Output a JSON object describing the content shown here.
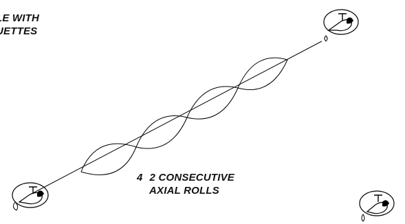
{
  "captions": {
    "top_line1": "LE WITH",
    "top_line2": "UETTES",
    "maneuver_number": "4",
    "maneuver_line1": "2 CONSECUTIVE",
    "maneuver_line2": "AXIAL ROLLS"
  },
  "colors": {
    "line": "#000000",
    "text": "#111111",
    "background": "#ffffff"
  },
  "icons": {
    "helicopter": "helicopter-icon"
  }
}
